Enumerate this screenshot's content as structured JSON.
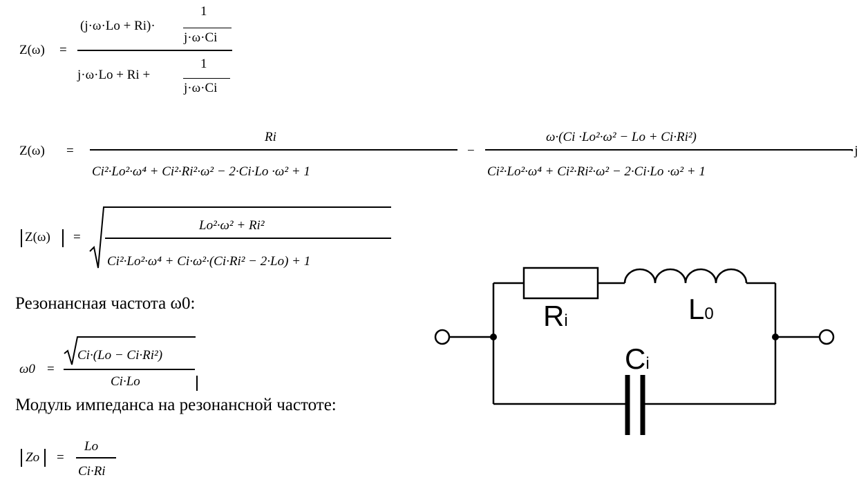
{
  "formula1": {
    "lhs": "Z(ω)",
    "eq": "=",
    "num_main": "(j·ω·Lo + Ri)·",
    "one_a": "1",
    "frac_den_a": "j·ω·Ci",
    "den_main": "j·ω·Lo + Ri +",
    "one_b": "1",
    "frac_den_b": "j·ω·Ci"
  },
  "formula2": {
    "lhs": "Z(ω)",
    "eq": "=",
    "frac1_num": "Ri",
    "frac1_den": "Ci²·Lo²·ω⁴ + Ci²·Ri²·ω² − 2·Ci·Lo ·ω² + 1",
    "minus": "−",
    "frac2_num": "ω·(Ci ·Lo²·ω² − Lo + Ci·Ri²)",
    "frac2_den": "Ci²·Lo²·ω⁴ + Ci²·Ri²·ω² − 2·Ci·Lo ·ω² + 1",
    "tail": "·j"
  },
  "formula3": {
    "lhs": "Z(ω)",
    "eq": "=",
    "num": "Lo²·ω² + Ri²",
    "den": "Ci²·Lo²·ω⁴ + Ci·ω²·(Ci·Ri² − 2·Lo) + 1"
  },
  "heading_resonance": "Резонансная частота ω0:",
  "formula4": {
    "lhs": "ω0",
    "eq": "=",
    "num": "Ci·(Lo − Ci·Ri²)",
    "den": "Ci·Lo"
  },
  "heading_modulus": "Модуль импеданса на резонансной частоте:",
  "formula5": {
    "lhs": "Zo",
    "eq": "=",
    "num": "Lo",
    "den": "Ci·Ri"
  },
  "circuit": {
    "resistor_label": "R",
    "resistor_sub": "i",
    "inductor_label": "L",
    "inductor_sub": "0",
    "capacitor_label": "C",
    "capacitor_sub": "i"
  }
}
